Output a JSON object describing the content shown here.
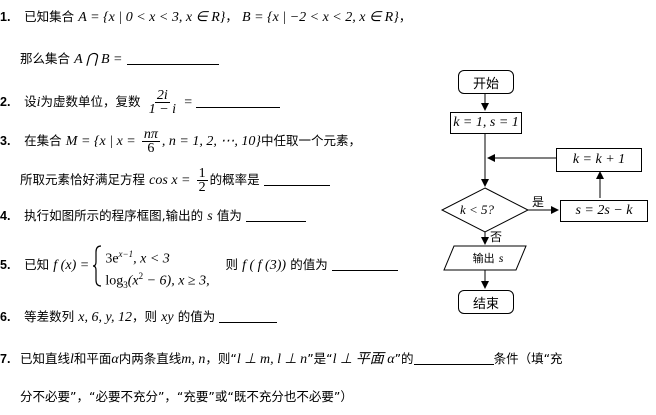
{
  "q1": {
    "num": "1.",
    "prefix": "已知集合",
    "setA": "A = {x | 0 < x < 3, x ∈ R}",
    "sep": "，",
    "setB": "B = {x | −2 < x < 2, x ∈ R}",
    "suffix": "，",
    "line2_prefix": "那么集合",
    "intersection": "A ⋂ B ="
  },
  "q2": {
    "num": "2.",
    "prefix": "设",
    "var_i": "i",
    "middle": "为虚数单位，复数",
    "frac_top": "2i",
    "frac_bot": "1 − i",
    "eq": "="
  },
  "q3": {
    "num": "3.",
    "prefix": "在集合",
    "set_left": "M = {x | x =",
    "frac_top": "nπ",
    "frac_bot": "6",
    "set_right": ", n = 1, 2, ⋯, 10}",
    "suffix": "中任取一个元素，",
    "line2_prefix": "所取元素恰好满足方程",
    "eq_left": "cos x =",
    "frac2_top": "1",
    "frac2_bot": "2",
    "line2_suffix": "的概率是"
  },
  "q4": {
    "num": "4.",
    "prefix": "执行如图所示的程序框图,输出的",
    "var_s": "s",
    "suffix": "值为"
  },
  "q5": {
    "num": "5.",
    "prefix": "已知",
    "fx": "f (x) =",
    "case1": "3e^(x−1), x < 3",
    "case1_base": "3e",
    "case1_exp": "x−1",
    "case1_cond": ", x < 3",
    "case2": "log₃(x² − 6), x ≥ 3,",
    "case2_log": "log",
    "case2_sub": "3",
    "case2_arg": "(x",
    "case2_sup": "2",
    "case2_rest": " − 6), x ≥ 3,",
    "middle": "则",
    "fff": "f ( f (3))",
    "suffix": "的值为"
  },
  "q6": {
    "num": "6.",
    "prefix": "等差数列",
    "seq": "x, 6, y, 12",
    "middle": "，则",
    "xy": "xy",
    "suffix": "的值为"
  },
  "q7": {
    "num": "7.",
    "prefix": "已知直线",
    "l": "l",
    "mid1": "和平面",
    "alpha": "α",
    "mid2": "内两条直线",
    "mn": "m, n",
    "mid3": "，则“",
    "cond": "l ⊥ m, l ⊥ n",
    "mid4": "”是“",
    "concl": "l ⊥ 平面 α",
    "mid5": "”的",
    "suffix": "条件（填“充",
    "line2": "分不必要”，“必要不充分”，“充要”或“既不充分也不必要”）"
  },
  "flowchart": {
    "start": "开始",
    "init": "k = 1, s = 1",
    "cond": "k < 5?",
    "yes": "是",
    "no": "否",
    "update_s": "s = 2s − k",
    "update_k": "k = k + 1",
    "output_label": "输出",
    "output_var": "s",
    "end": "结束"
  }
}
